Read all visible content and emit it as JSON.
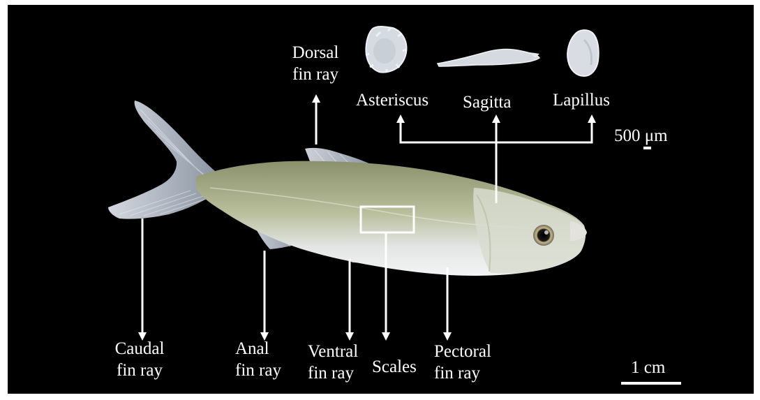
{
  "colors": {
    "background": "#000000",
    "annotation": "#ffffff",
    "fish_body": "#c8cfb4",
    "fin": "#a9b2c0"
  },
  "labels": {
    "dorsal_line1": "Dorsal",
    "dorsal_line2": "fin ray",
    "asteriscus": "Asteriscus",
    "sagitta": "Sagitta",
    "lapillus": "Lapillus",
    "scale_500": "500 μm",
    "caudal_line1": "Caudal",
    "caudal_line2": "fin ray",
    "anal_line1": "Anal",
    "anal_line2": "fin ray",
    "ventral_line1": "Ventral",
    "ventral_line2": "fin ray",
    "scales": "Scales",
    "pectoral_line1": "Pectoral",
    "pectoral_line2": "fin ray",
    "scale_1cm": "1 cm"
  }
}
